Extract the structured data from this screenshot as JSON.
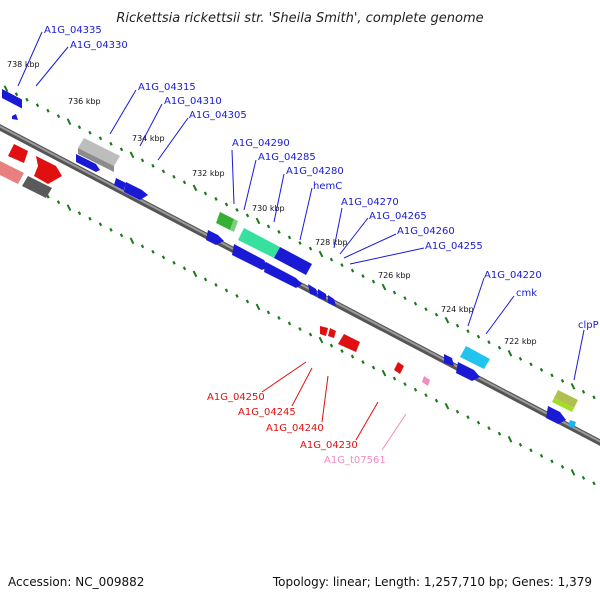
{
  "title": "Rickettsia rickettsii str. 'Sheila Smith', complete genome",
  "footer": {
    "accession": "Accession: NC_009882",
    "summary": "Topology: linear; Length: 1,257,710 bp; Genes: 1,379"
  },
  "scale_labels": [
    "738 kbp",
    "736 kbp",
    "734 kbp",
    "732 kbp",
    "730 kbp",
    "728 kbp",
    "726 kbp",
    "724 kbp",
    "722 kbp"
  ],
  "colors": {
    "forward_genes": "#1a1ad6",
    "reverse_genes": "#e01010",
    "trna": "#f08cc0",
    "ticks": "#1b7a1b",
    "backbone": "#808080"
  },
  "forward_labels": [
    "A1G_04335",
    "A1G_04330",
    "A1G_04315",
    "A1G_04310",
    "A1G_04305",
    "A1G_04290",
    "A1G_04285",
    "A1G_04280",
    "hemC",
    "A1G_04270",
    "A1G_04265",
    "A1G_04260",
    "A1G_04255",
    "A1G_04220",
    "cmk",
    "clpP"
  ],
  "reverse_labels": [
    "A1G_04250",
    "A1G_04245",
    "A1G_04240",
    "A1G_04230",
    "A1G_t07561"
  ]
}
